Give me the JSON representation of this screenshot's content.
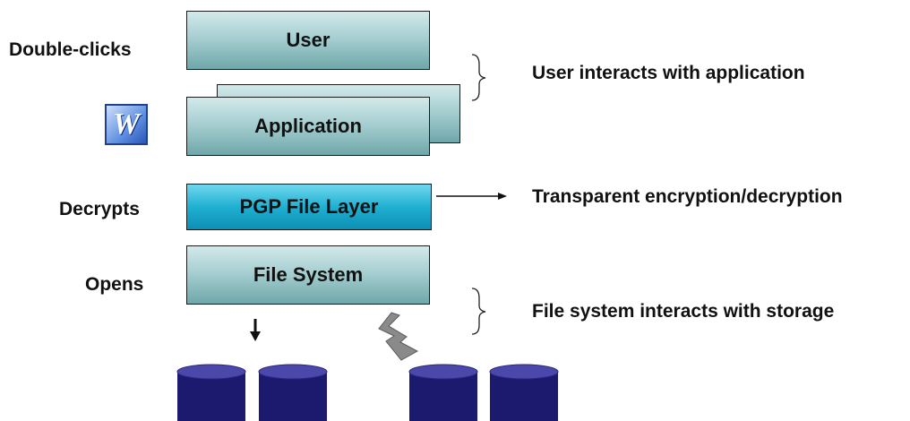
{
  "left_labels": {
    "double_clicks": "Double-clicks",
    "decrypts": "Decrypts",
    "opens": "Opens"
  },
  "layers": {
    "user": "User",
    "application": "Application",
    "pgp_file_layer": "PGP File Layer",
    "file_system": "File System"
  },
  "right_labels": {
    "user_interacts": "User interacts with application",
    "transparent_encryption": "Transparent encryption/decryption",
    "file_system_storage": "File system interacts with storage"
  },
  "icons": {
    "application_icon": "word-document-icon",
    "application_icon_letter": "W",
    "storage": "disk-cylinder-icon",
    "down_arrow": "down-arrow-icon",
    "lightning": "lightning-bolt-icon"
  },
  "colors": {
    "layer_gradient_top": "#d3e9ea",
    "layer_gradient_bottom": "#6fa7aa",
    "pgp_gradient_top": "#6fd8ee",
    "pgp_gradient_bottom": "#0d8fb4",
    "disk_fill": "#1b1a6e",
    "disk_top": "#4a48a8"
  }
}
